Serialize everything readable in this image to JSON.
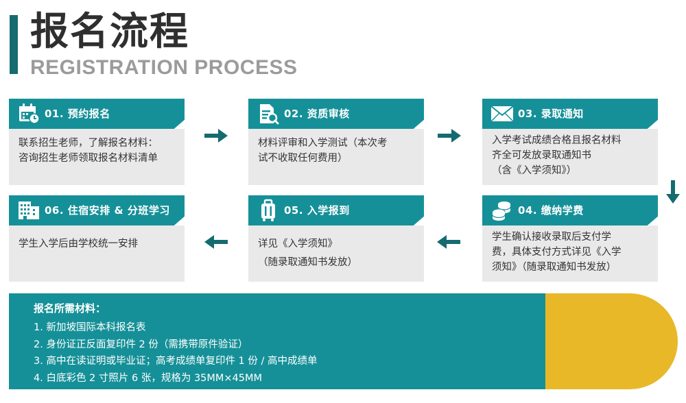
{
  "header": {
    "title_zh": "报名流程",
    "title_en": "REGISTRATION PROCESS"
  },
  "colors": {
    "teal": "#169098",
    "dark_teal": "#156b70",
    "yellow": "#e8b828",
    "card_body": "#e9e9e9"
  },
  "steps": [
    {
      "icon": "calendar-icon",
      "title": "01. 预约报名",
      "lines": [
        "联系招生老师，了解报名材料：",
        "咨询招生老师领取报名材料清单"
      ]
    },
    {
      "icon": "document-search-icon",
      "title": "02. 资质审核",
      "lines": [
        "材料评审和入学测试（本次考",
        "试不收取任何费用）"
      ]
    },
    {
      "icon": "envelope-icon",
      "title": "03. 录取通知",
      "lines": [
        "入学考试成绩合格且报名材料",
        "齐全可发放录取通知书",
        "（含《入学须知》）"
      ]
    },
    {
      "icon": "coins-icon",
      "title": "04. 缴纳学费",
      "lines": [
        "学生确认接收录取后支付学",
        "费，具体支付方式详见《入学",
        "须知》（随录取通知书发放）"
      ]
    },
    {
      "icon": "luggage-icon",
      "title": "05. 入学报到",
      "lines": [
        "详见《入学须知》",
        "（随录取通知书发放）"
      ]
    },
    {
      "icon": "building-icon",
      "title": "06. 住宿安排 & 分班学习",
      "lines": [
        "学生入学后由学校统一安排"
      ]
    }
  ],
  "materials": {
    "title": "报名所需材料：",
    "items": [
      "1. 新加坡国际本科报名表",
      "2. 身份证正反面复印件 2 份（需携带原件验证）",
      "3. 高中在读证明或毕业证；高考成绩单复印件 1 份 / 高中成绩单",
      "4. 白底彩色 2 寸照片 6 张，规格为 35MM×45MM"
    ]
  }
}
